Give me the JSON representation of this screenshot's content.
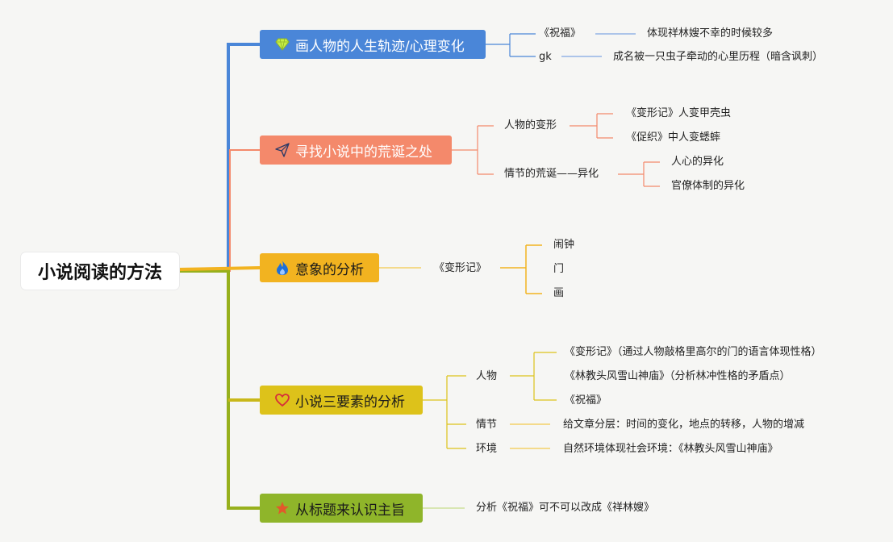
{
  "root": {
    "label": "小说阅读的方法"
  },
  "branches": [
    {
      "label": "画人物的人生轨迹/心理变化",
      "icon": "diamond-icon",
      "color": "#4a86d8",
      "items": [
        {
          "label": "《祝福》",
          "detail": "体现祥林嫂不幸的时候较多"
        },
        {
          "label": "gk",
          "detail": "成名被一只虫子牵动的心里历程（暗含讽刺）"
        }
      ]
    },
    {
      "label": "寻找小说中的荒诞之处",
      "icon": "paper-plane-icon",
      "color": "#f4896b",
      "groups": [
        {
          "label": "人物的变形",
          "items": [
            "《变形记》人变甲壳虫",
            "《促织》中人变蟋蟀"
          ]
        },
        {
          "label": "情节的荒诞——异化",
          "items": [
            "人心的异化",
            "官僚体制的异化"
          ]
        }
      ]
    },
    {
      "label": "意象的分析",
      "icon": "flame-icon",
      "color": "#f2b320",
      "groups": [
        {
          "label": "《变形记》",
          "items": [
            "闹钟",
            "门",
            "画"
          ]
        }
      ]
    },
    {
      "label": "小说三要素的分析",
      "icon": "heart-icon",
      "color": "#ddc21a",
      "groups": [
        {
          "label": "人物",
          "items": [
            "《变形记》（通过人物敲格里高尔的门的语言体现性格）",
            "《林教头风雪山神庙》（分析林冲性格的矛盾点）",
            "《祝福》"
          ]
        },
        {
          "label": "情节",
          "items": [
            "给文章分层：时间的变化，地点的转移，人物的增减"
          ]
        },
        {
          "label": "环境",
          "items": [
            "自然环境体现社会环境：《林教头风雪山神庙》"
          ]
        }
      ]
    },
    {
      "label": "从标题来认识主旨",
      "icon": "star-icon",
      "color": "#8fb52a",
      "items": [
        {
          "label": "分析《祝福》可不可以改成《祥林嫂》"
        }
      ]
    }
  ],
  "colors": {
    "trunk_blue": "#4a86d8",
    "trunk_salmon": "#f4896b",
    "trunk_olive": "#97b01c",
    "line_yellow": "#f2c94c",
    "icon_diamond": "#c7ef45",
    "icon_flame": "#1e6fd9",
    "icon_heart": "#d6303a",
    "icon_star": "#e2592b"
  }
}
